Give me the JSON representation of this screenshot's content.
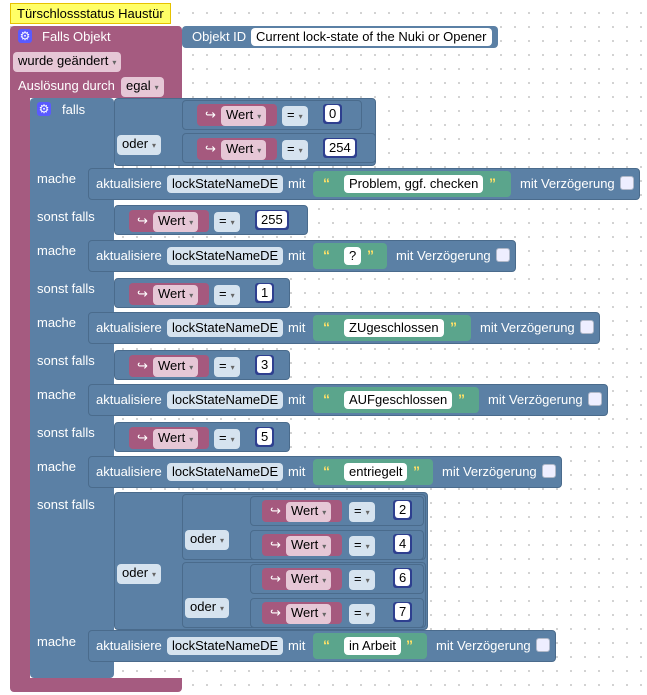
{
  "comment": "Türschlossstatus Haustür",
  "trigger": {
    "falls_objekt": "Falls Objekt",
    "objekt_id_label": "Objekt ID",
    "objekt_id_value": "Current lock-state of the Nuki or Opener",
    "wurde_geaendert": "wurde geändert",
    "ausloesung_label": "Auslösung durch",
    "ausloesung_value": "egal"
  },
  "labels": {
    "falls": "falls",
    "oder": "oder",
    "mache": "mache",
    "sonst_falls": "sonst falls",
    "wert": "Wert",
    "eq": "=",
    "aktualisiere": "aktualisiere",
    "variable": "lockStateNameDE",
    "mit": "mit",
    "mit_verzoegerung": "mit Verzögerung",
    "quote_open": "“",
    "quote_close": "”",
    "arrow_icon": "↪"
  },
  "numbers": [
    "0",
    "254",
    "255",
    "1",
    "3",
    "5",
    "2",
    "4",
    "6",
    "7"
  ],
  "texts": [
    "Problem, ggf. checken",
    "?",
    "ZUgeschlossen",
    "AUFgeschlossen",
    "entriegelt",
    "in Arbeit"
  ],
  "colors": {
    "trigger": "#a55b80",
    "logic": "#5b80a5",
    "value": "#a5597e",
    "text": "#5ba58c",
    "comment": "#ffff66"
  }
}
